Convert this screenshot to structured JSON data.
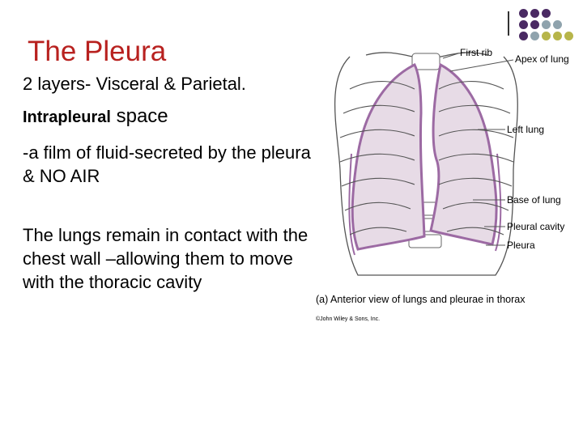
{
  "slide": {
    "title": "The Pleura",
    "line1": "2 layers- Visceral & Parietal.",
    "line2_bold": "Intrapleural",
    "line2_rest": " space",
    "para1": "-a film of fluid-secreted by the pleura & NO AIR",
    "para2": "The lungs remain in contact with the chest wall –allowing them to move with the thoracic cavity"
  },
  "figure": {
    "labels": {
      "first_rib": "First rib",
      "apex": "Apex of lung",
      "left_lung": "Left lung",
      "base": "Base of lung",
      "pleural_cavity": "Pleural cavity",
      "pleura": "Pleura"
    },
    "caption": "(a) Anterior view of lungs and pleurae in thorax",
    "credit": "©John Wiley & Sons, Inc."
  },
  "colors": {
    "title": "#b8211f",
    "dot_purple": "#4a2a63",
    "dot_gray": "#8fa3ad",
    "dot_olive": "#b7b54a",
    "pleura": "#9c6aa3",
    "lung_fill": "#e7dbe6"
  }
}
